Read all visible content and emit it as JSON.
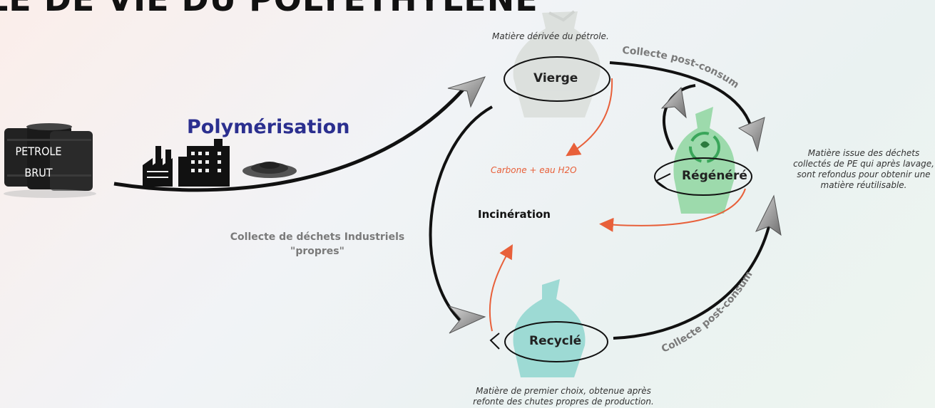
{
  "title": "LE DE VIE DU POLYETHYLENE",
  "polymerisation": "Polymérisation",
  "barrel": {
    "line1": "PETROLE",
    "line2": "BRUT"
  },
  "nodes": {
    "vierge": "Vierge",
    "regenere": "Régénéré",
    "recycle": "Recyclé"
  },
  "incineration": "Incinération",
  "carbone": "Carbone + eau H2O",
  "notes": {
    "vierge": "Matière dérivée du pétrole.",
    "regenere": [
      "Matière issue des déchets",
      "collectés de PE qui après lavage,",
      "sont refondus pour obtenir une",
      "matière réutilisable."
    ],
    "recycle": [
      "Matière de premier choix, obtenue après",
      "refonte des chutes propres de production."
    ]
  },
  "collecte_industriels": [
    "Collecte de déchets Industriels",
    "\"propres\""
  ],
  "collecte_post_top": "Collecte post-consum",
  "collecte_post_bottom": "Collecte post-consum",
  "colors": {
    "accent_blue": "#2b2f8f",
    "orange": "#e8603a",
    "grey_text": "#7a7a7a",
    "green_bag": "#8fd6a0",
    "teal_bag": "#8fd6cf"
  }
}
